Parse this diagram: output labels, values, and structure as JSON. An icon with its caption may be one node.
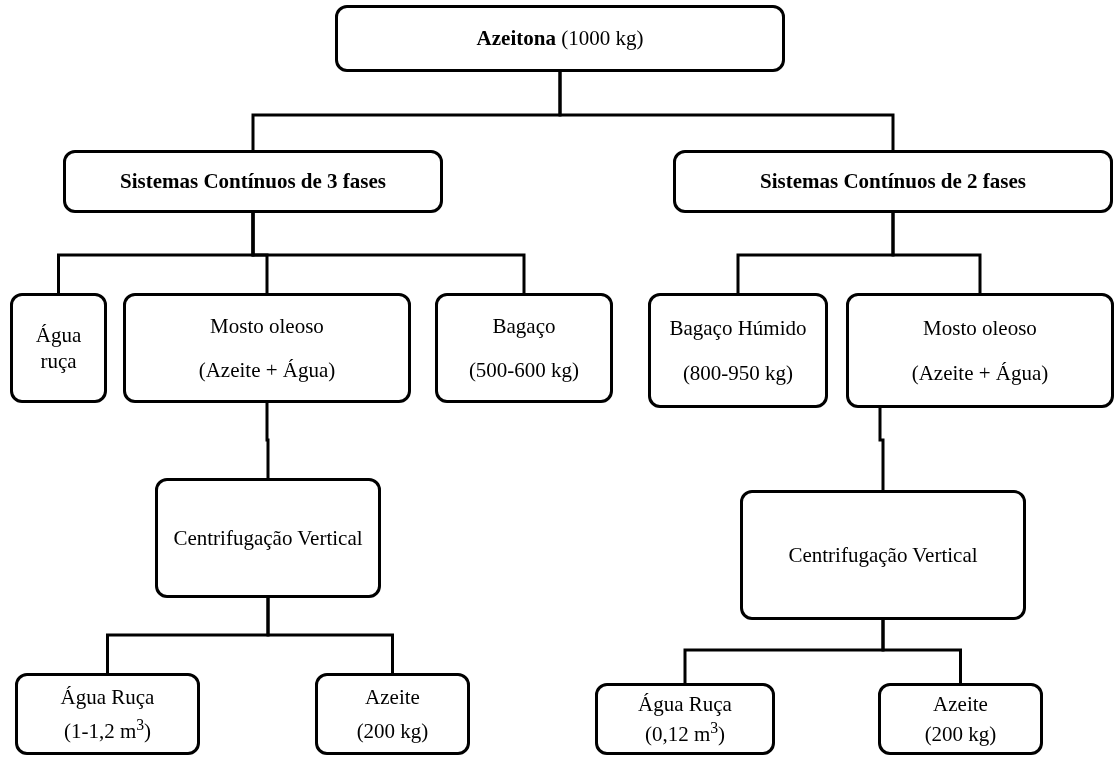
{
  "diagram": {
    "nodes": [
      {
        "text": [
          "**Azeitona** (1000 kg)"
        ]
      },
      {
        "text": [
          "Sistemas Contínuos de 3 fases"
        ]
      },
      {
        "text": [
          "Sistemas Contínuos de 2 fases"
        ]
      },
      {
        "text": [
          "Água ruça"
        ]
      },
      {
        "text": [
          "Mosto oleoso",
          "(Azeite + Água)"
        ]
      },
      {
        "text": [
          "Bagaço",
          "(500-600 kg)"
        ]
      },
      {
        "text": [
          "Centrifugação Vertical"
        ]
      },
      {
        "text": [
          "Água Ruça",
          "(1-1,2 m$^{3}$)"
        ]
      },
      {
        "text": [
          "Azeite",
          "(200 kg)"
        ]
      },
      {
        "text": [
          "Bagaço Húmido",
          "(800-950 kg)"
        ]
      },
      {
        "text": [
          "Mosto oleoso",
          "(Azeite + Água)"
        ]
      },
      {
        "text": [
          "Centrifugação Vertical"
        ]
      },
      {
        "text": [
          "Água Ruça",
          "(0,12 m$^{3}$)"
        ]
      },
      {
        "text": [
          "Azeite",
          "(200 kg)"
        ]
      }
    ],
    "edges": [
      {
        "from": 0,
        "to": 1,
        "arrow": "none"
      },
      {
        "from": 0,
        "to": 2,
        "arrow": "none"
      },
      {
        "from": 1,
        "to": 3,
        "arrow": "none"
      },
      {
        "from": 1,
        "to": 4,
        "arrow": "none"
      },
      {
        "from": 1,
        "to": 5,
        "arrow": "none"
      },
      {
        "from": 4,
        "to": 6,
        "arrow": "none"
      },
      {
        "from": 6,
        "to": 7,
        "arrow": "none"
      },
      {
        "from": 6,
        "to": 8,
        "arrow": "none"
      },
      {
        "from": 2,
        "to": 9,
        "arrow": "none"
      },
      {
        "from": 2,
        "to": 10,
        "arrow": "none"
      },
      {
        "from": 10,
        "to": 11,
        "arrow": "none"
      },
      {
        "from": 11,
        "to": 12,
        "arrow": "none"
      },
      {
        "from": 11,
        "to": 13,
        "arrow": "none"
      }
    ]
  }
}
